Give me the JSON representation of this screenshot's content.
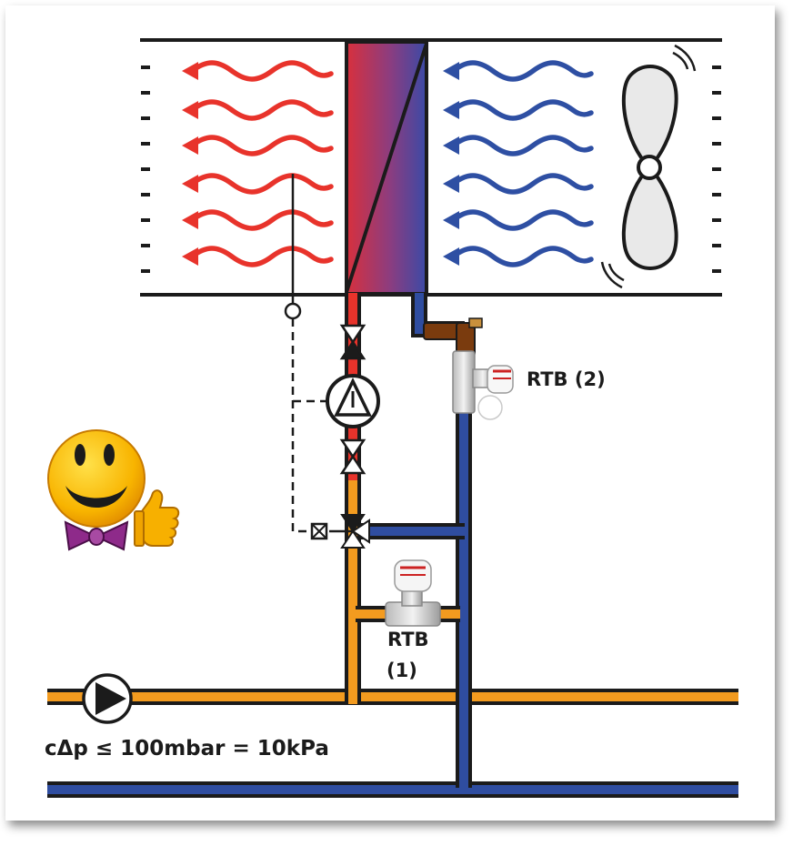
{
  "labels": {
    "rtb2": "RTB (2)",
    "rtb1_line1": "RTB",
    "rtb1_line2": "(1)",
    "formula": "cΔp ≤ 100mbar = 10kPa"
  },
  "colors": {
    "hot_air": "#e8332b",
    "cold_air": "#2e4fa3",
    "supply_pipe": "#f39b1f",
    "return_pipe": "#2f4da0",
    "hot_pipe": "#e8332b",
    "outline": "#1b1b1b",
    "smiley": "#f7b000"
  },
  "icons": [
    "fan-icon",
    "pump-icon",
    "circulator-pump-icon",
    "valve-icon",
    "three-way-valve-icon",
    "actuator-icon",
    "thermostatic-valve-icon",
    "smiley-icon",
    "thumbs-up-icon",
    "bow-tie-icon"
  ]
}
